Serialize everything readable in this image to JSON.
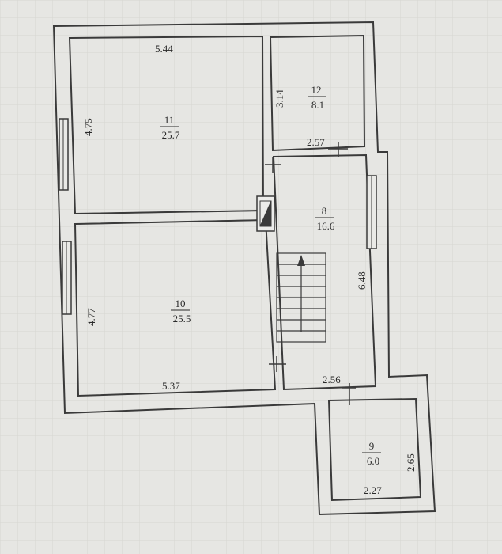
{
  "rooms": [
    {
      "id": "11",
      "number": "11",
      "area": "25.7"
    },
    {
      "id": "12",
      "number": "12",
      "area": "8.1"
    },
    {
      "id": "8",
      "number": "8",
      "area": "16.6"
    },
    {
      "id": "10",
      "number": "10",
      "area": "25.5"
    },
    {
      "id": "9",
      "number": "9",
      "area": "6.0"
    }
  ],
  "dimensions": {
    "room11_width": "5.44",
    "room11_height": "4.75",
    "room12_height": "3.14",
    "room12_width": "2.57",
    "room8_length": "6.48",
    "room10_height": "4.77",
    "room10_width": "5.37",
    "room8_width": "2.56",
    "room9_height": "2.65",
    "room9_width": "2.27"
  }
}
